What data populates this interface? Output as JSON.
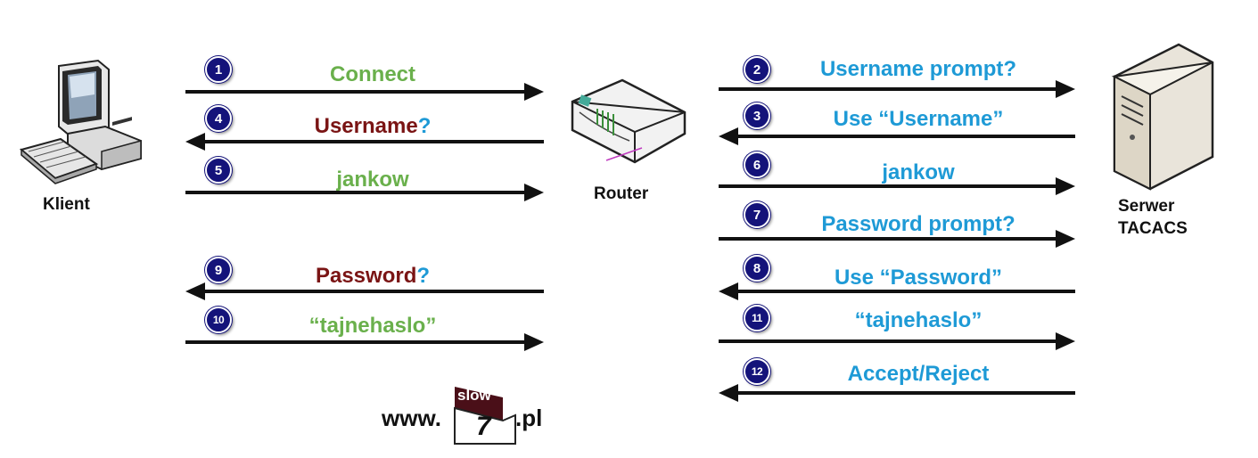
{
  "nodes": {
    "client": "Klient",
    "router": "Router",
    "server_line1": "Serwer",
    "server_line2": "TACACS"
  },
  "colors": {
    "green": "#6ab04c",
    "dark_red": "#7a1414",
    "cyan": "#1e9ad6",
    "badge": "#14137a",
    "arrow": "#111111"
  },
  "left_messages": [
    {
      "num": "1",
      "parts": [
        {
          "text": "Connect",
          "color": "green"
        }
      ]
    },
    {
      "num": "4",
      "parts": [
        {
          "text": "Username",
          "color": "dark_red"
        },
        {
          "text": "?",
          "color": "cyan"
        }
      ]
    },
    {
      "num": "5",
      "parts": [
        {
          "text": "jankow",
          "color": "green"
        }
      ]
    },
    {
      "num": "9",
      "parts": [
        {
          "text": "Password",
          "color": "dark_red"
        },
        {
          "text": "?",
          "color": "cyan"
        }
      ]
    },
    {
      "num": "10",
      "parts": [
        {
          "text": "“tajnehaslo”",
          "color": "green"
        }
      ]
    }
  ],
  "right_messages": [
    {
      "num": "2",
      "text": "Username prompt?"
    },
    {
      "num": "3",
      "text": "Use “Username”"
    },
    {
      "num": "6",
      "text": "jankow"
    },
    {
      "num": "7",
      "text": "Password prompt?"
    },
    {
      "num": "8",
      "text": "Use “Password”"
    },
    {
      "num": "11",
      "text": "“tajnehaslo”"
    },
    {
      "num": "12",
      "text": "Accept/Reject"
    }
  ],
  "logo": {
    "prefix": "www.",
    "top": "slow",
    "digit": "7",
    "suffix": ".pl"
  }
}
